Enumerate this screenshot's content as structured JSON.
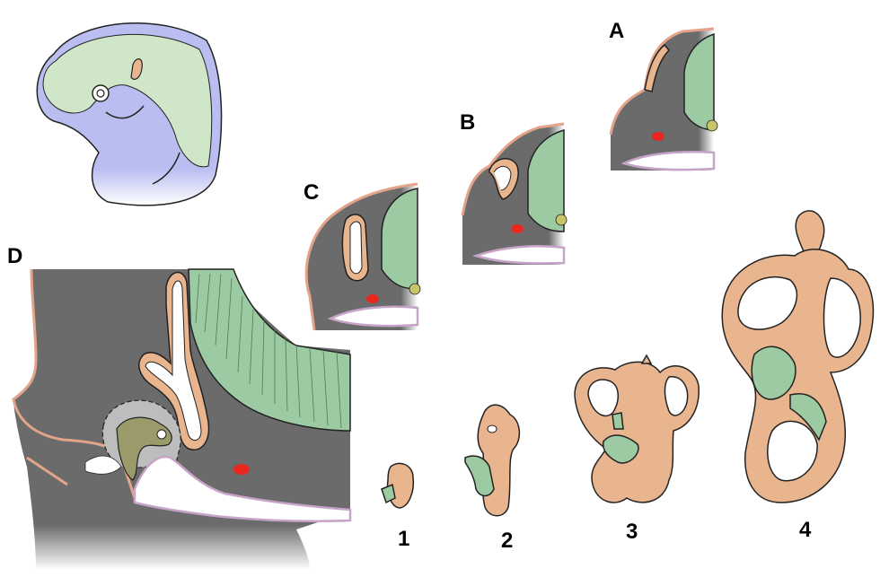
{
  "labels": {
    "A": "A",
    "B": "B",
    "C": "C",
    "D": "D",
    "stage1": "1",
    "stage2": "2",
    "stage3": "3",
    "stage4": "4"
  },
  "colors": {
    "mesenchyme": "#6b6b6b",
    "neural_tube": "#9ccaa3",
    "otic": "#e8b58f",
    "ectoderm": "#e3a48a",
    "endoderm": "#c7a4c7",
    "blood_vessel": "#e8281e",
    "ganglion": "#c8c46a",
    "embryo_body": "#b9bdf0",
    "embryo_brain": "#cfe6c8",
    "middle_ear": "#bdbdbd"
  }
}
